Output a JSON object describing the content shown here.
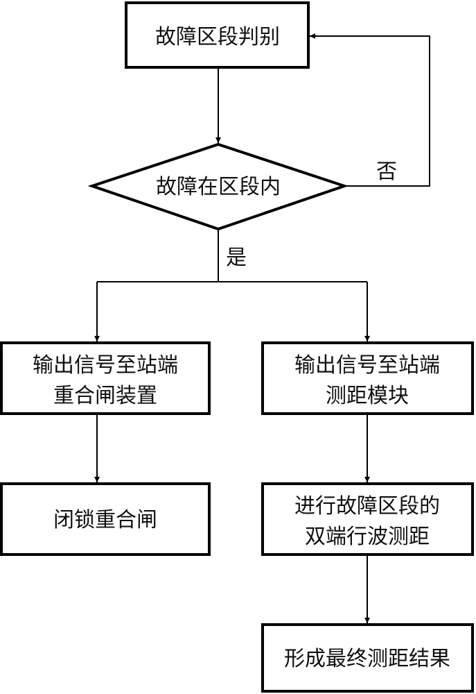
{
  "flowchart": {
    "fault_section_judge": "故障区段判别",
    "decision": "故障在区段内",
    "no_label": "否",
    "yes_label": "是",
    "left_output": [
      "输出信号至站端",
      "重合闸装置"
    ],
    "right_output": [
      "输出信号至站端",
      "测距模块"
    ],
    "block_reclose": "闭锁重合闸",
    "double_ended": [
      "进行故障区段的",
      "双端行波测距"
    ],
    "final_result": "形成最终测距结果"
  }
}
